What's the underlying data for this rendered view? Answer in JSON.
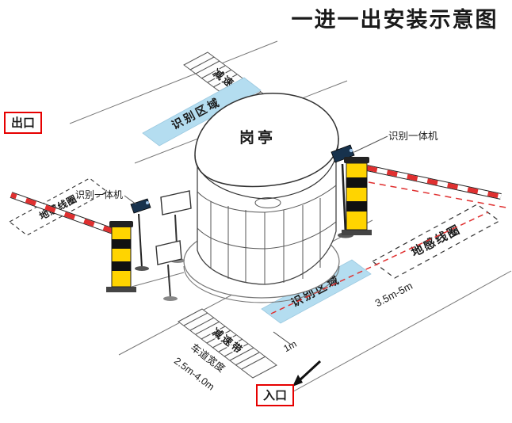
{
  "title": "一进一出安装示意图",
  "badges": {
    "exit": "出口",
    "entrance": "入口"
  },
  "booth": {
    "label": "岗亭"
  },
  "zones": {
    "top_label": "识别区域",
    "bottom_label": "识别区域"
  },
  "speed_bumps": {
    "top_label": "减速带",
    "bottom_label": "减速带"
  },
  "ground_coils": {
    "left_label": "地感线圈",
    "right_label": "地感线圈"
  },
  "cameras": {
    "left_label": "识别一体机",
    "right_label": "识别一体机"
  },
  "dimensions": {
    "coil_distance": "3.5m-5m",
    "zone_to_edge": "1m",
    "lane_width_label": "车道宽度",
    "lane_width_value": "2.5m-4.0m"
  },
  "colors": {
    "accent_red": "#e60000",
    "zone_blue": "#b4ddf0",
    "barrier_yellow": "#ffd400",
    "dash_red": "#e03030"
  }
}
